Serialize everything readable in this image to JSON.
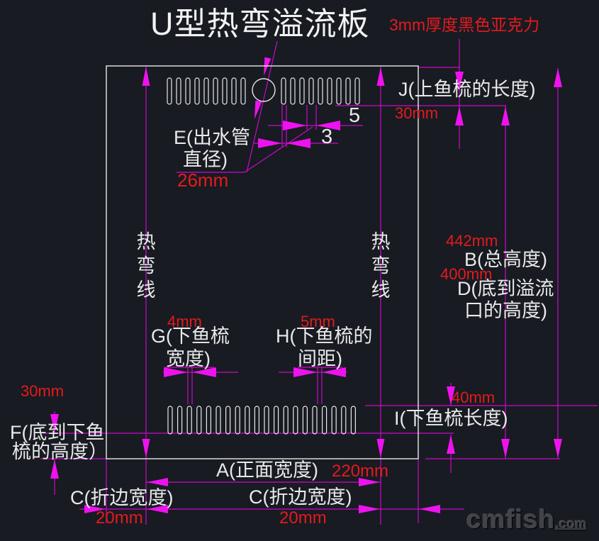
{
  "title": "U型热弯溢流板",
  "material_note": "3mm厚度黑色亚克力",
  "bend_line_label": "热弯线",
  "top_slot_dims": {
    "pitch": "5",
    "width": "3"
  },
  "dimensions": {
    "A": {
      "label": "A(正面宽度)",
      "value": "220mm"
    },
    "B": {
      "label": "B(总高度)",
      "value": "442mm"
    },
    "C_left": {
      "label": "C(折边宽度)",
      "value": "20mm"
    },
    "C_right": {
      "label": "C(折边宽度)",
      "value": "20mm"
    },
    "D": {
      "label_line1": "D(底到溢流",
      "label_line2": "口的高度)",
      "value": "400mm"
    },
    "E": {
      "label_line1": "E(出水管",
      "label_line2": "直径)",
      "value": "26mm"
    },
    "F": {
      "label_line1": "F(底到下鱼",
      "label_line2": "梳的高度）",
      "value": "30mm"
    },
    "G": {
      "label_line1": "G(下鱼梳",
      "label_line2": "宽度)",
      "value": "4mm"
    },
    "H": {
      "label_line1": "H(下鱼梳的",
      "label_line2": "间距)",
      "value": "5mm"
    },
    "I": {
      "label": "I(下鱼梳长度)",
      "value": "40mm"
    },
    "J": {
      "label": "J(上鱼梳的长度)",
      "value": "30mm"
    }
  },
  "watermark": {
    "site": "cmfish",
    "tld": ".com"
  },
  "colors": {
    "background": "#181b22",
    "outline_white": "#e9e9e9",
    "dimension_magenta": "#cb08cb",
    "arrow_magenta": "#ee12ee",
    "value_red": "#e31b1e"
  }
}
